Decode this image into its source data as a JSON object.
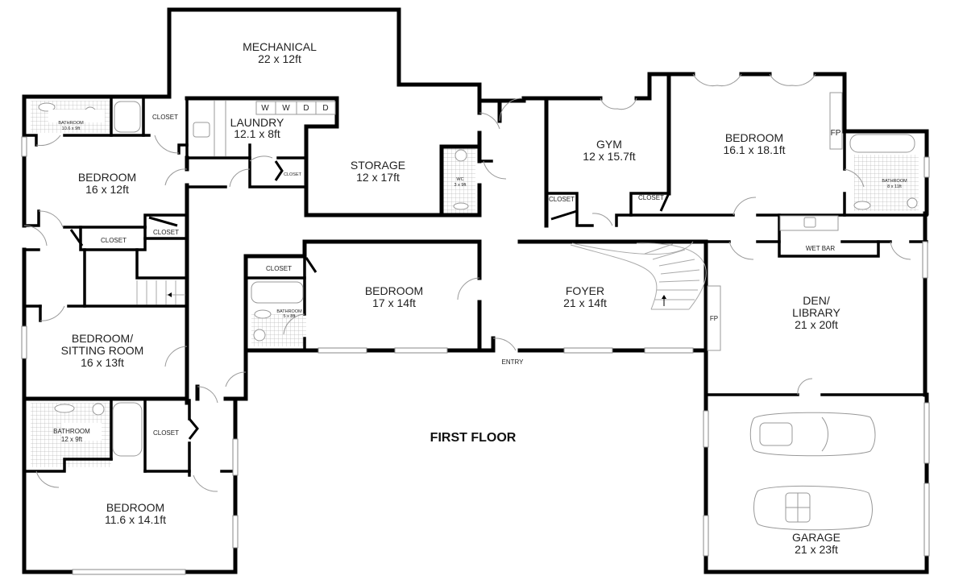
{
  "plan": {
    "title": "FIRST FLOOR",
    "entry_label": "ENTRY",
    "rooms": {
      "mechanical": {
        "name": "MECHANICAL",
        "size": "22 x 12ft"
      },
      "laundry": {
        "name": "LAUNDRY",
        "size": "12.1 x 8ft"
      },
      "storage": {
        "name": "STORAGE",
        "size": "12 x 17ft"
      },
      "wc": {
        "name": "WC",
        "size": "3 x 9ft"
      },
      "bathroom_nw": {
        "name": "BATHROOM",
        "size": "10.6 x 9ft"
      },
      "bedroom_nw": {
        "name": "BEDROOM",
        "size": "16 x 12ft"
      },
      "bedroom_sitting": {
        "name_line1": "BEDROOM/",
        "name_line2": "SITTING ROOM",
        "size": "16 x 13ft"
      },
      "bathroom_sw": {
        "name": "BATHROOM",
        "size": "12 x 9ft"
      },
      "bedroom_sw": {
        "name": "BEDROOM",
        "size": "11.6 x 14.1ft"
      },
      "bedroom_center": {
        "name": "BEDROOM",
        "size": "17 x 14ft"
      },
      "bathroom_center": {
        "name": "BATHROOM",
        "size": "5 x 8ft"
      },
      "foyer": {
        "name": "FOYER",
        "size": "21 x 14ft"
      },
      "gym": {
        "name": "GYM",
        "size": "12 x 15.7ft"
      },
      "bedroom_ne": {
        "name": "BEDROOM",
        "size": "16.1 x 18.1ft"
      },
      "bathroom_ne": {
        "name": "BATHROOM",
        "size": "8 x 11ft"
      },
      "den": {
        "name_line1": "DEN/",
        "name_line2": "LIBRARY",
        "size": "21 x 20ft"
      },
      "garage": {
        "name": "GARAGE",
        "size": "21 x 23ft"
      },
      "wet_bar": {
        "name": "WET BAR"
      }
    },
    "closets": {
      "nw_bath_closet": "CLOSET",
      "laundry_closet": "CLOSET",
      "hall_closet_a": "CLOSET",
      "hall_closet_b": "CLOSET",
      "center_closet": "CLOSET",
      "sw_closet": "CLOSET",
      "gym_closet_a": "CLOSET",
      "gym_closet_b": "CLOSET"
    },
    "appliances": [
      "W",
      "W",
      "D",
      "D"
    ],
    "fireplace_label": "FP",
    "fireplace_label_den": "FP"
  }
}
